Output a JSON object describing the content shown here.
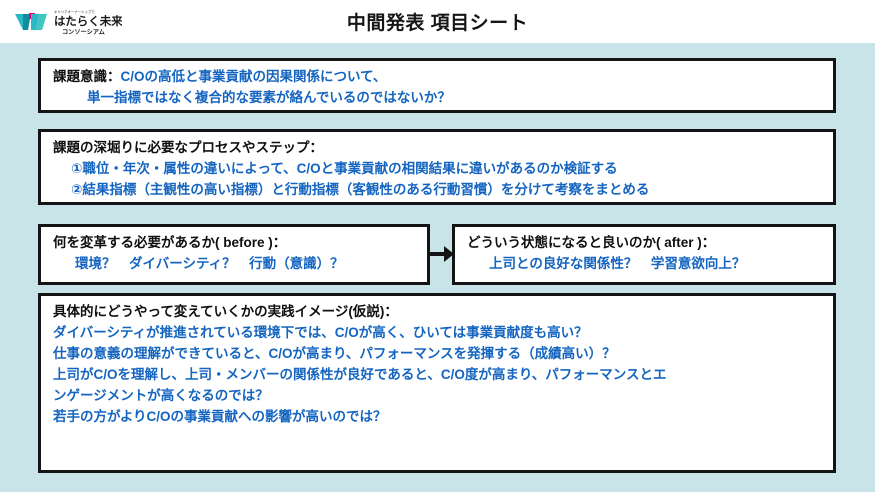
{
  "header": {
    "title": "中間発表 項目シート",
    "logo": {
      "tagline": "キャリアオーナーシップで",
      "name": "はたらく未来",
      "sub": "コンソーシアム",
      "colors": {
        "teal": "#2bb8c4",
        "dark_teal": "#0f8f9e",
        "magenta": "#e6007e",
        "text": "#1a1a1a"
      }
    }
  },
  "theme": {
    "canvas_bg": "#c9e4e8",
    "box_bg": "#ffffff",
    "box_border": "#141414",
    "text_black": "#0f0f0f",
    "text_blue": "#1565c0"
  },
  "boxes": {
    "issue": {
      "label": "課題意識：",
      "lines": [
        "C/Oの高低と事業貢献の因果関係について、",
        "単一指標ではなく複合的な要素が絡んでいるのではないか？"
      ]
    },
    "process": {
      "label": "課題の深堀りに必要なプロセスやステップ：",
      "lines": [
        "①職位・年次・属性の違いによって、C/Oと事業貢献の相関結果に違いがあるのか検証する",
        "②結果指標（主観性の高い指標）と行動指標（客観性のある行動習慣）を分けて考察をまとめる"
      ]
    },
    "before": {
      "label": "何を変革する必要があるか( before )：",
      "lines": [
        "環境？　ダイバーシティ？　行動（意識）？"
      ]
    },
    "after": {
      "label": "どういう状態になると良いのか( after )：",
      "lines": [
        "上司との良好な関係性？　学習意欲向上？"
      ]
    },
    "practice": {
      "label": "具体的にどうやって変えていくかの実践イメージ(仮説)：",
      "lines": [
        "ダイバーシティが推進されている環境下では、C/Oが高く、ひいては事業貢献度も高い？",
        "仕事の意義の理解ができていると、C/Oが高まり、パフォーマンスを発揮する（成績高い）？",
        "上司がC/Oを理解し、上司・メンバーの関係性が良好であると、C/O度が高まり、パフォーマンスとエ",
        "ンゲージメントが高くなるのでは？",
        "若手の方がよりC/Oの事業貢献への影響が高いのでは？"
      ]
    }
  },
  "arrow": {
    "name": "before-to-after-arrow"
  }
}
